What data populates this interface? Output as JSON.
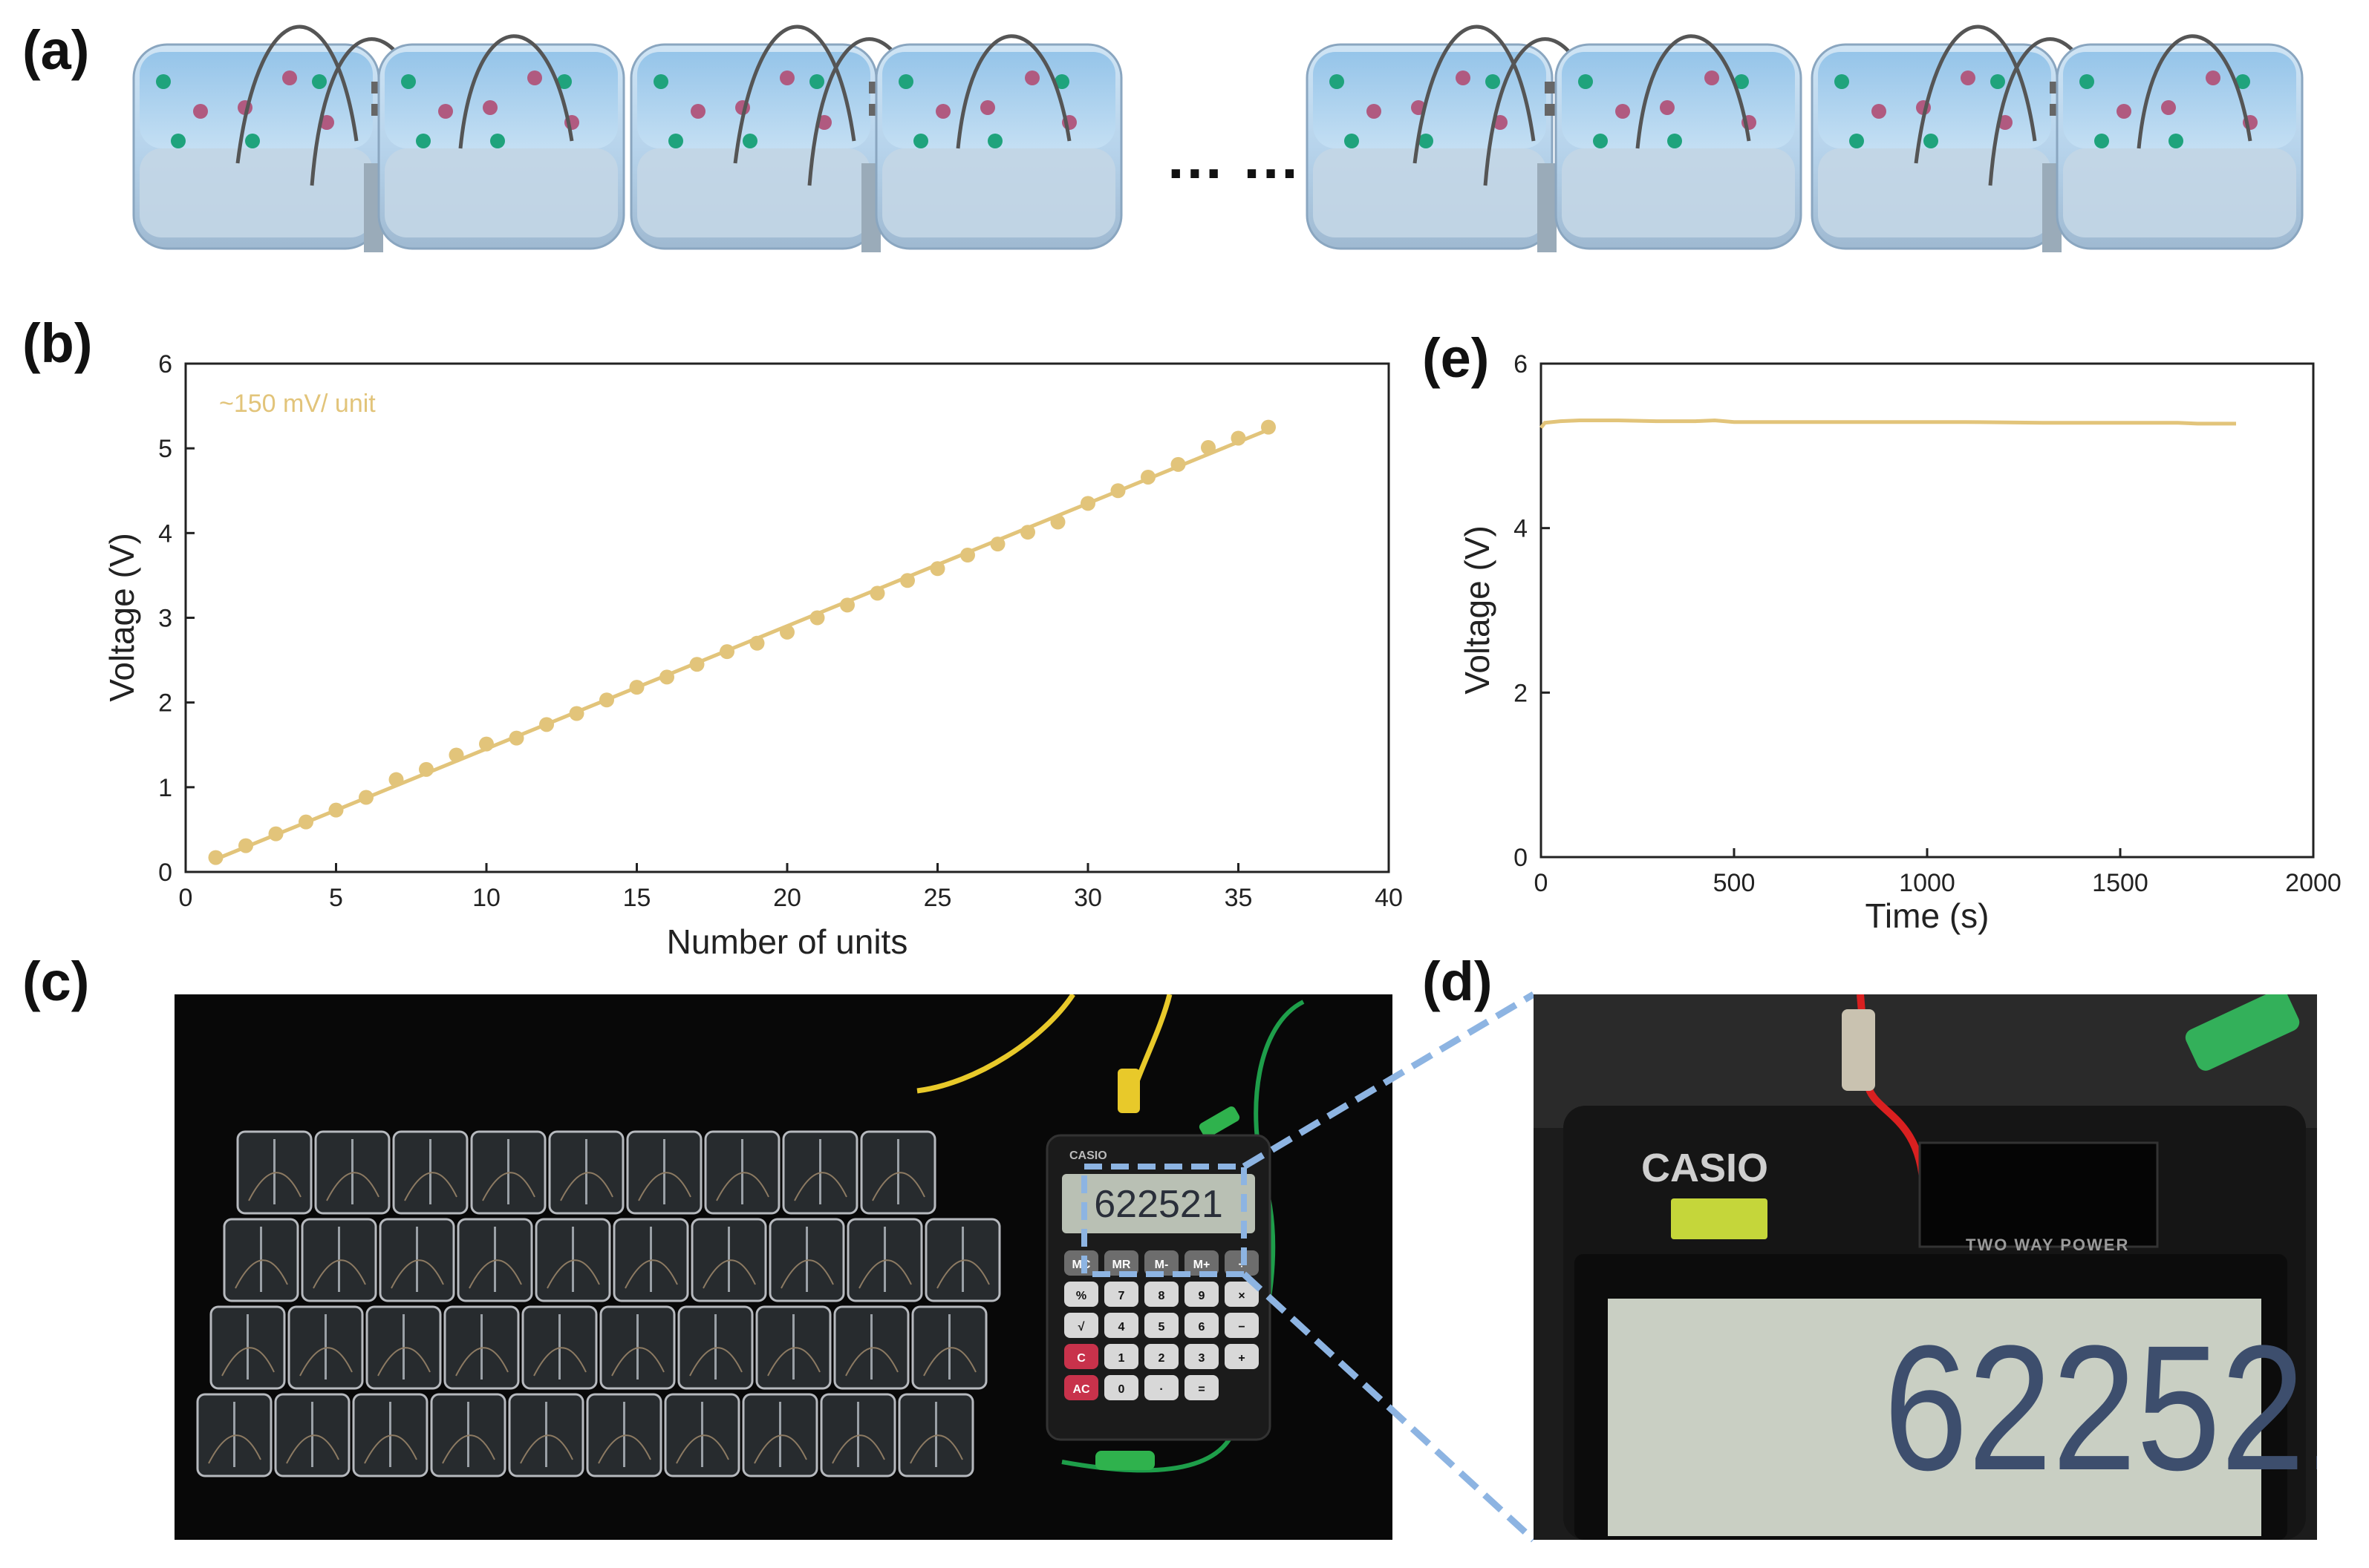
{
  "panels": {
    "a": "(a)",
    "b": "(b)",
    "c": "(c)",
    "d": "(d)",
    "e": "(e)"
  },
  "schematic": {
    "ellipsis": "… …"
  },
  "colors": {
    "series": "#E2C47A",
    "axis": "#222222",
    "cation": "#1FA37C",
    "anion": "#B05A80",
    "dashed": "#8DB4E2"
  },
  "calculator": {
    "brand": "CASIO",
    "power_label": "TWO WAY POWER",
    "display": "622521",
    "keys": [
      "MC",
      "MR",
      "M-",
      "M+",
      "÷",
      "%",
      "7",
      "8",
      "9",
      "×",
      "√",
      "4",
      "5",
      "6",
      "−",
      "C",
      "1",
      "2",
      "3",
      "+",
      "AC",
      "0",
      "·",
      "="
    ]
  },
  "chart_data": [
    {
      "type": "scatter",
      "panel": "b",
      "annotation": "~150 mV/ unit",
      "xlabel": "Number of units",
      "ylabel": "Voltage (V)",
      "xlim": [
        0,
        40
      ],
      "ylim": [
        0,
        6
      ],
      "xticks": [
        0,
        5,
        10,
        15,
        20,
        25,
        30,
        35,
        40
      ],
      "yticks": [
        0,
        1,
        2,
        3,
        4,
        5,
        6
      ],
      "fit": {
        "x": [
          1,
          36
        ],
        "y": [
          0.15,
          5.22
        ]
      },
      "x": [
        1,
        2,
        3,
        4,
        5,
        6,
        7,
        8,
        9,
        10,
        11,
        12,
        13,
        14,
        15,
        16,
        17,
        18,
        19,
        20,
        21,
        22,
        23,
        24,
        25,
        26,
        27,
        28,
        29,
        30,
        31,
        32,
        33,
        34,
        35,
        36
      ],
      "y": [
        0.17,
        0.31,
        0.45,
        0.59,
        0.73,
        0.88,
        1.09,
        1.21,
        1.38,
        1.51,
        1.58,
        1.74,
        1.87,
        2.03,
        2.18,
        2.3,
        2.45,
        2.6,
        2.7,
        2.83,
        3.0,
        3.15,
        3.29,
        3.44,
        3.58,
        3.74,
        3.87,
        4.01,
        4.13,
        4.35,
        4.5,
        4.66,
        4.81,
        5.01,
        5.12,
        5.25
      ]
    },
    {
      "type": "line",
      "panel": "e",
      "xlabel": "Time (s)",
      "ylabel": "Voltage (V)",
      "xlim": [
        0,
        2000
      ],
      "ylim": [
        0,
        6
      ],
      "xticks": [
        0,
        500,
        1000,
        1500,
        2000
      ],
      "yticks": [
        0,
        2,
        4,
        6
      ],
      "x": [
        0,
        10,
        50,
        100,
        200,
        300,
        400,
        450,
        500,
        700,
        900,
        1100,
        1300,
        1500,
        1650,
        1700,
        1800
      ],
      "y": [
        5.22,
        5.28,
        5.3,
        5.31,
        5.31,
        5.3,
        5.3,
        5.31,
        5.29,
        5.29,
        5.29,
        5.29,
        5.28,
        5.28,
        5.28,
        5.27,
        5.27
      ]
    }
  ]
}
